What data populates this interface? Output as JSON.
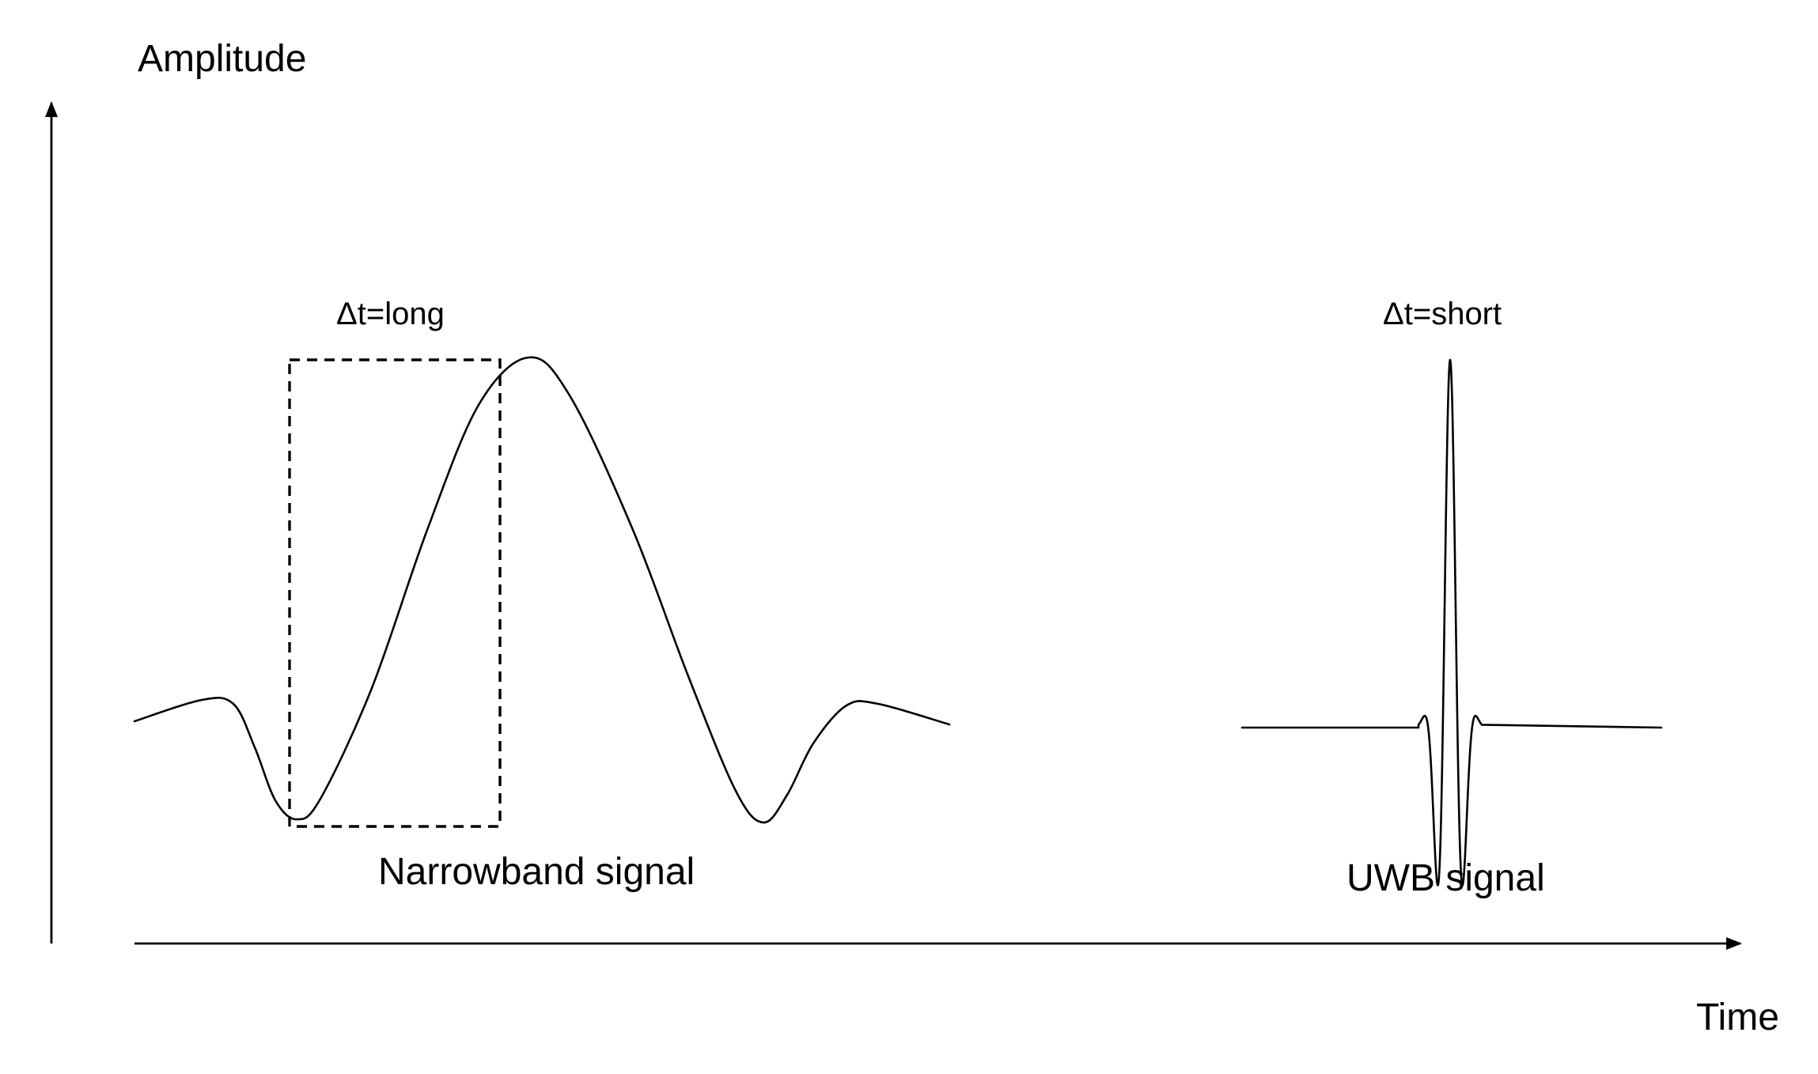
{
  "axes": {
    "y_label": "Amplitude",
    "x_label": "Time"
  },
  "narrowband": {
    "caption": "Narrowband signal",
    "window_label": "Δt=long"
  },
  "uwb": {
    "caption": "UWB signal",
    "window_label": "Δt=short"
  }
}
